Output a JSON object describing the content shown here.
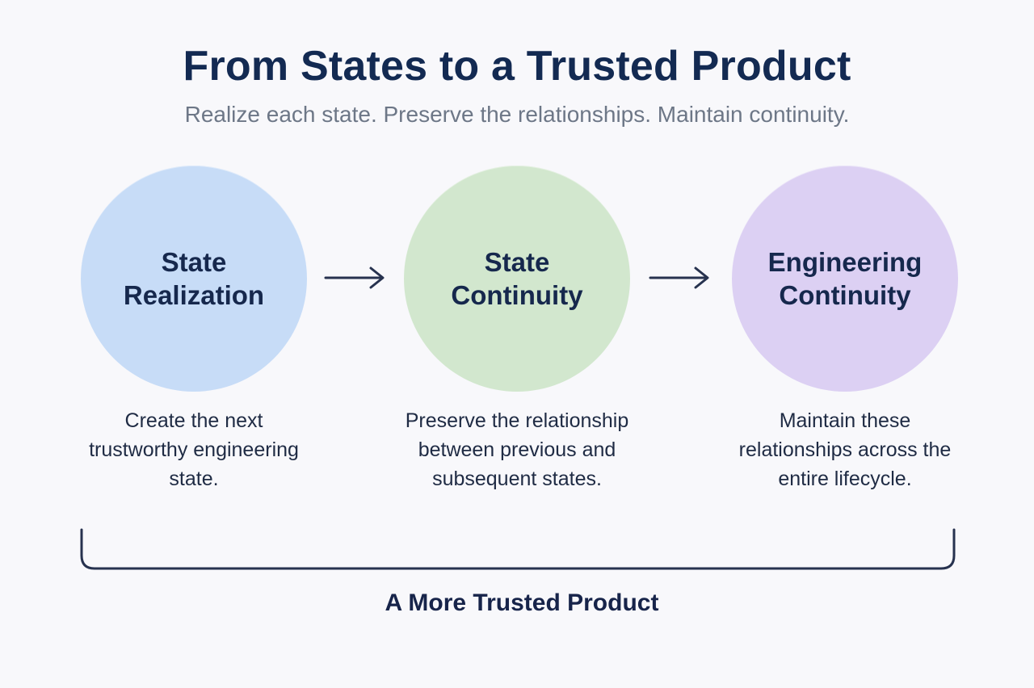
{
  "header": {
    "title": "From States to a Trusted Product",
    "subtitle": "Realize each state. Preserve the relationships. Maintain continuity."
  },
  "colors": {
    "title": "#132a52",
    "subtitle": "#6d7787",
    "stage_realization": "#c7dcf7",
    "stage_continuity": "#d2e7ce",
    "stage_engineering": "#dcd0f3",
    "arrow": "#27324f"
  },
  "stages": [
    {
      "label": "State Realization",
      "description": "Create the next trustworthy engineering state."
    },
    {
      "label": "State Continuity",
      "description": "Preserve the relationship between previous and subsequent states."
    },
    {
      "label": "Engineering Continuity",
      "description": "Maintain these relationships across the entire lifecycle."
    }
  ],
  "connectors": [
    {
      "icon": "right-arrow-icon"
    },
    {
      "icon": "right-arrow-icon"
    }
  ],
  "outcome": {
    "label": "A More Trusted Product",
    "icon": "bracket-icon"
  }
}
